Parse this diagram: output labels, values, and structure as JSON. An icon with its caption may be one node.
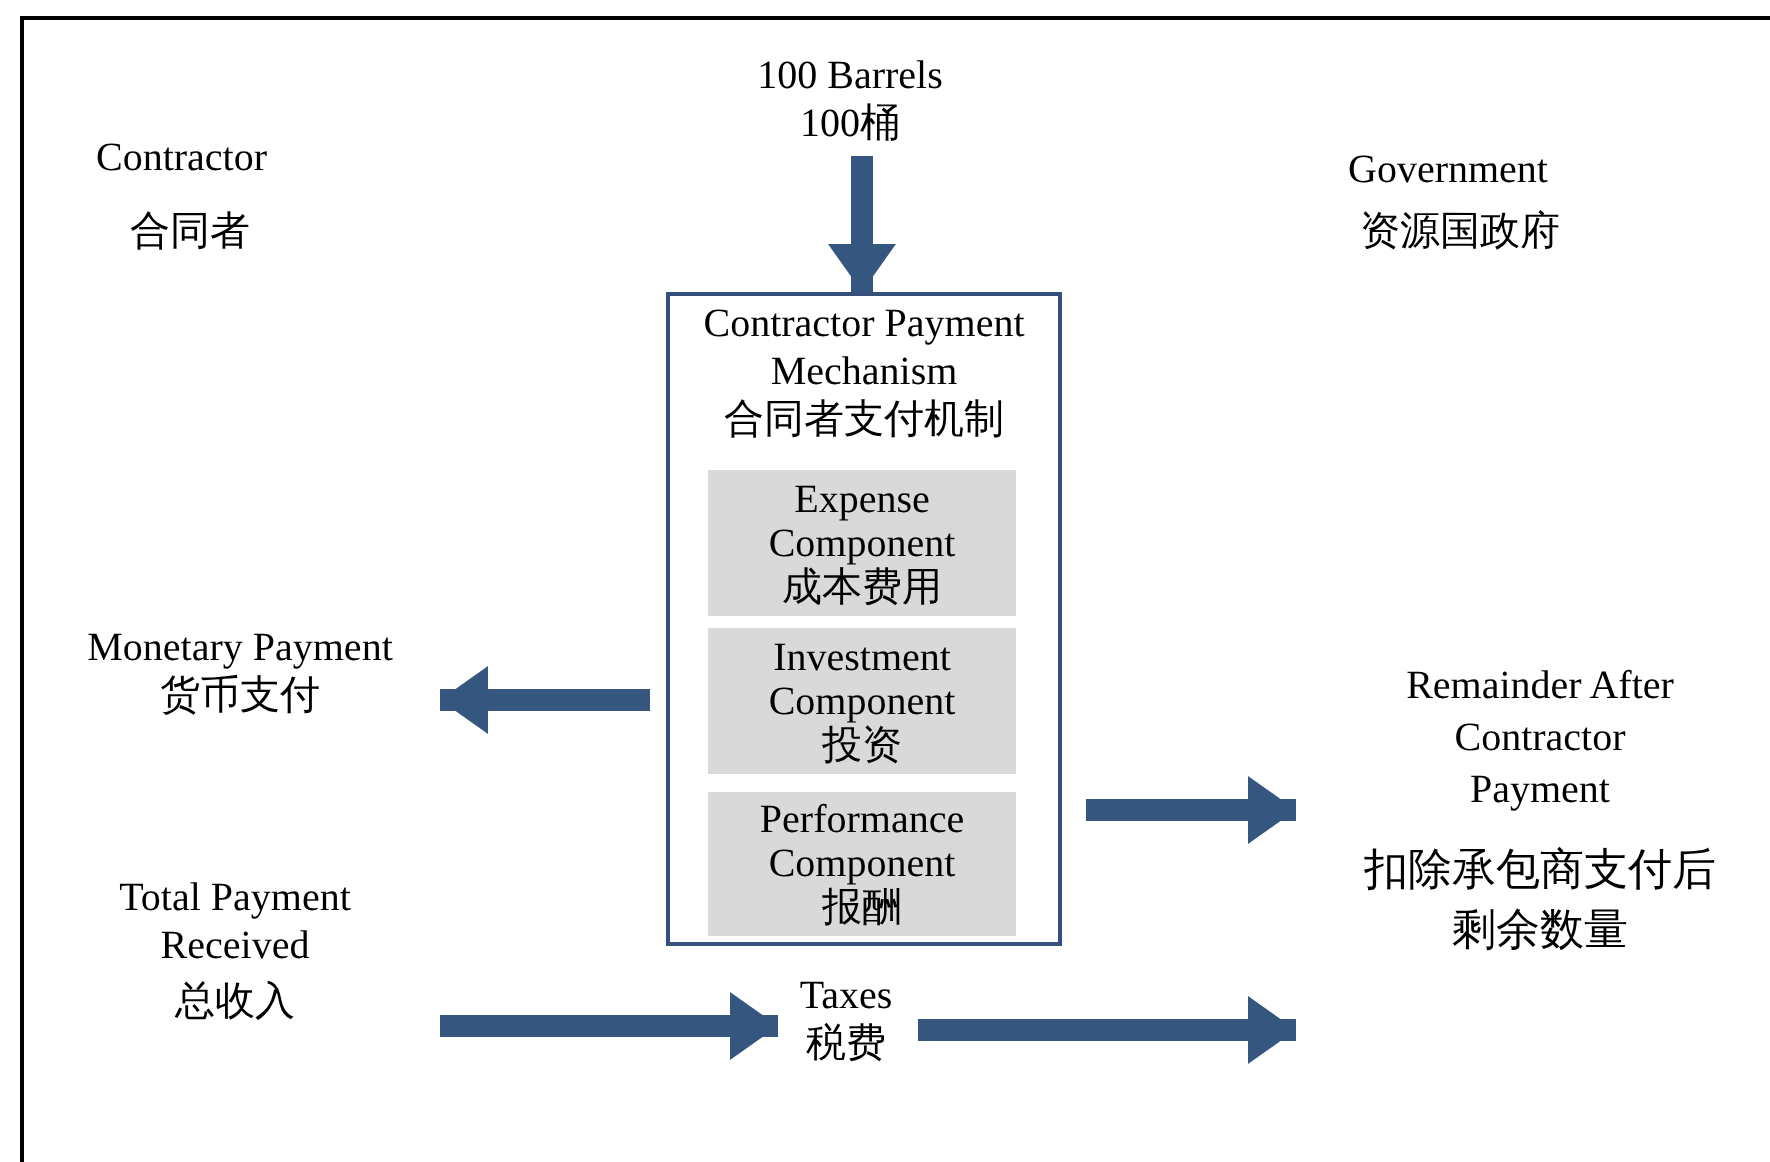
{
  "diagram": {
    "nodes": [
      {
        "text": [
          "100 Barrels",
          "100桶"
        ]
      },
      {
        "text": [
          "Contractor Payment Mechanism",
          "合同者支付机制"
        ]
      },
      {
        "text": [
          "Expense Component",
          "成本费用"
        ],
        "in": 1
      },
      {
        "text": [
          "Investment Component",
          "投资"
        ],
        "in": 1
      },
      {
        "text": [
          "Performance Component",
          "报酬"
        ],
        "in": 1
      },
      {
        "text": [
          "Monetary Payment",
          "货币支付"
        ]
      },
      {
        "text": [
          "Remainder After Contractor Payment",
          "扣除承包商支付后剩余数量"
        ]
      },
      {
        "text": [
          "Total Payment Received",
          "总收入"
        ]
      },
      {
        "text": [
          "Taxes",
          "税费"
        ]
      }
    ],
    "edges": [
      {
        "from": 0,
        "to": 1,
        "arrow": "to"
      },
      {
        "from": 1,
        "to": 5,
        "arrow": "to"
      },
      {
        "from": 1,
        "to": 6,
        "arrow": "to"
      },
      {
        "from": 7,
        "to": 8,
        "arrow": "to"
      },
      {
        "from": 8,
        "to": 6,
        "arrow": "to"
      }
    ],
    "labels": [
      "Contractor",
      "合同者",
      "Government",
      "资源国政府"
    ]
  }
}
